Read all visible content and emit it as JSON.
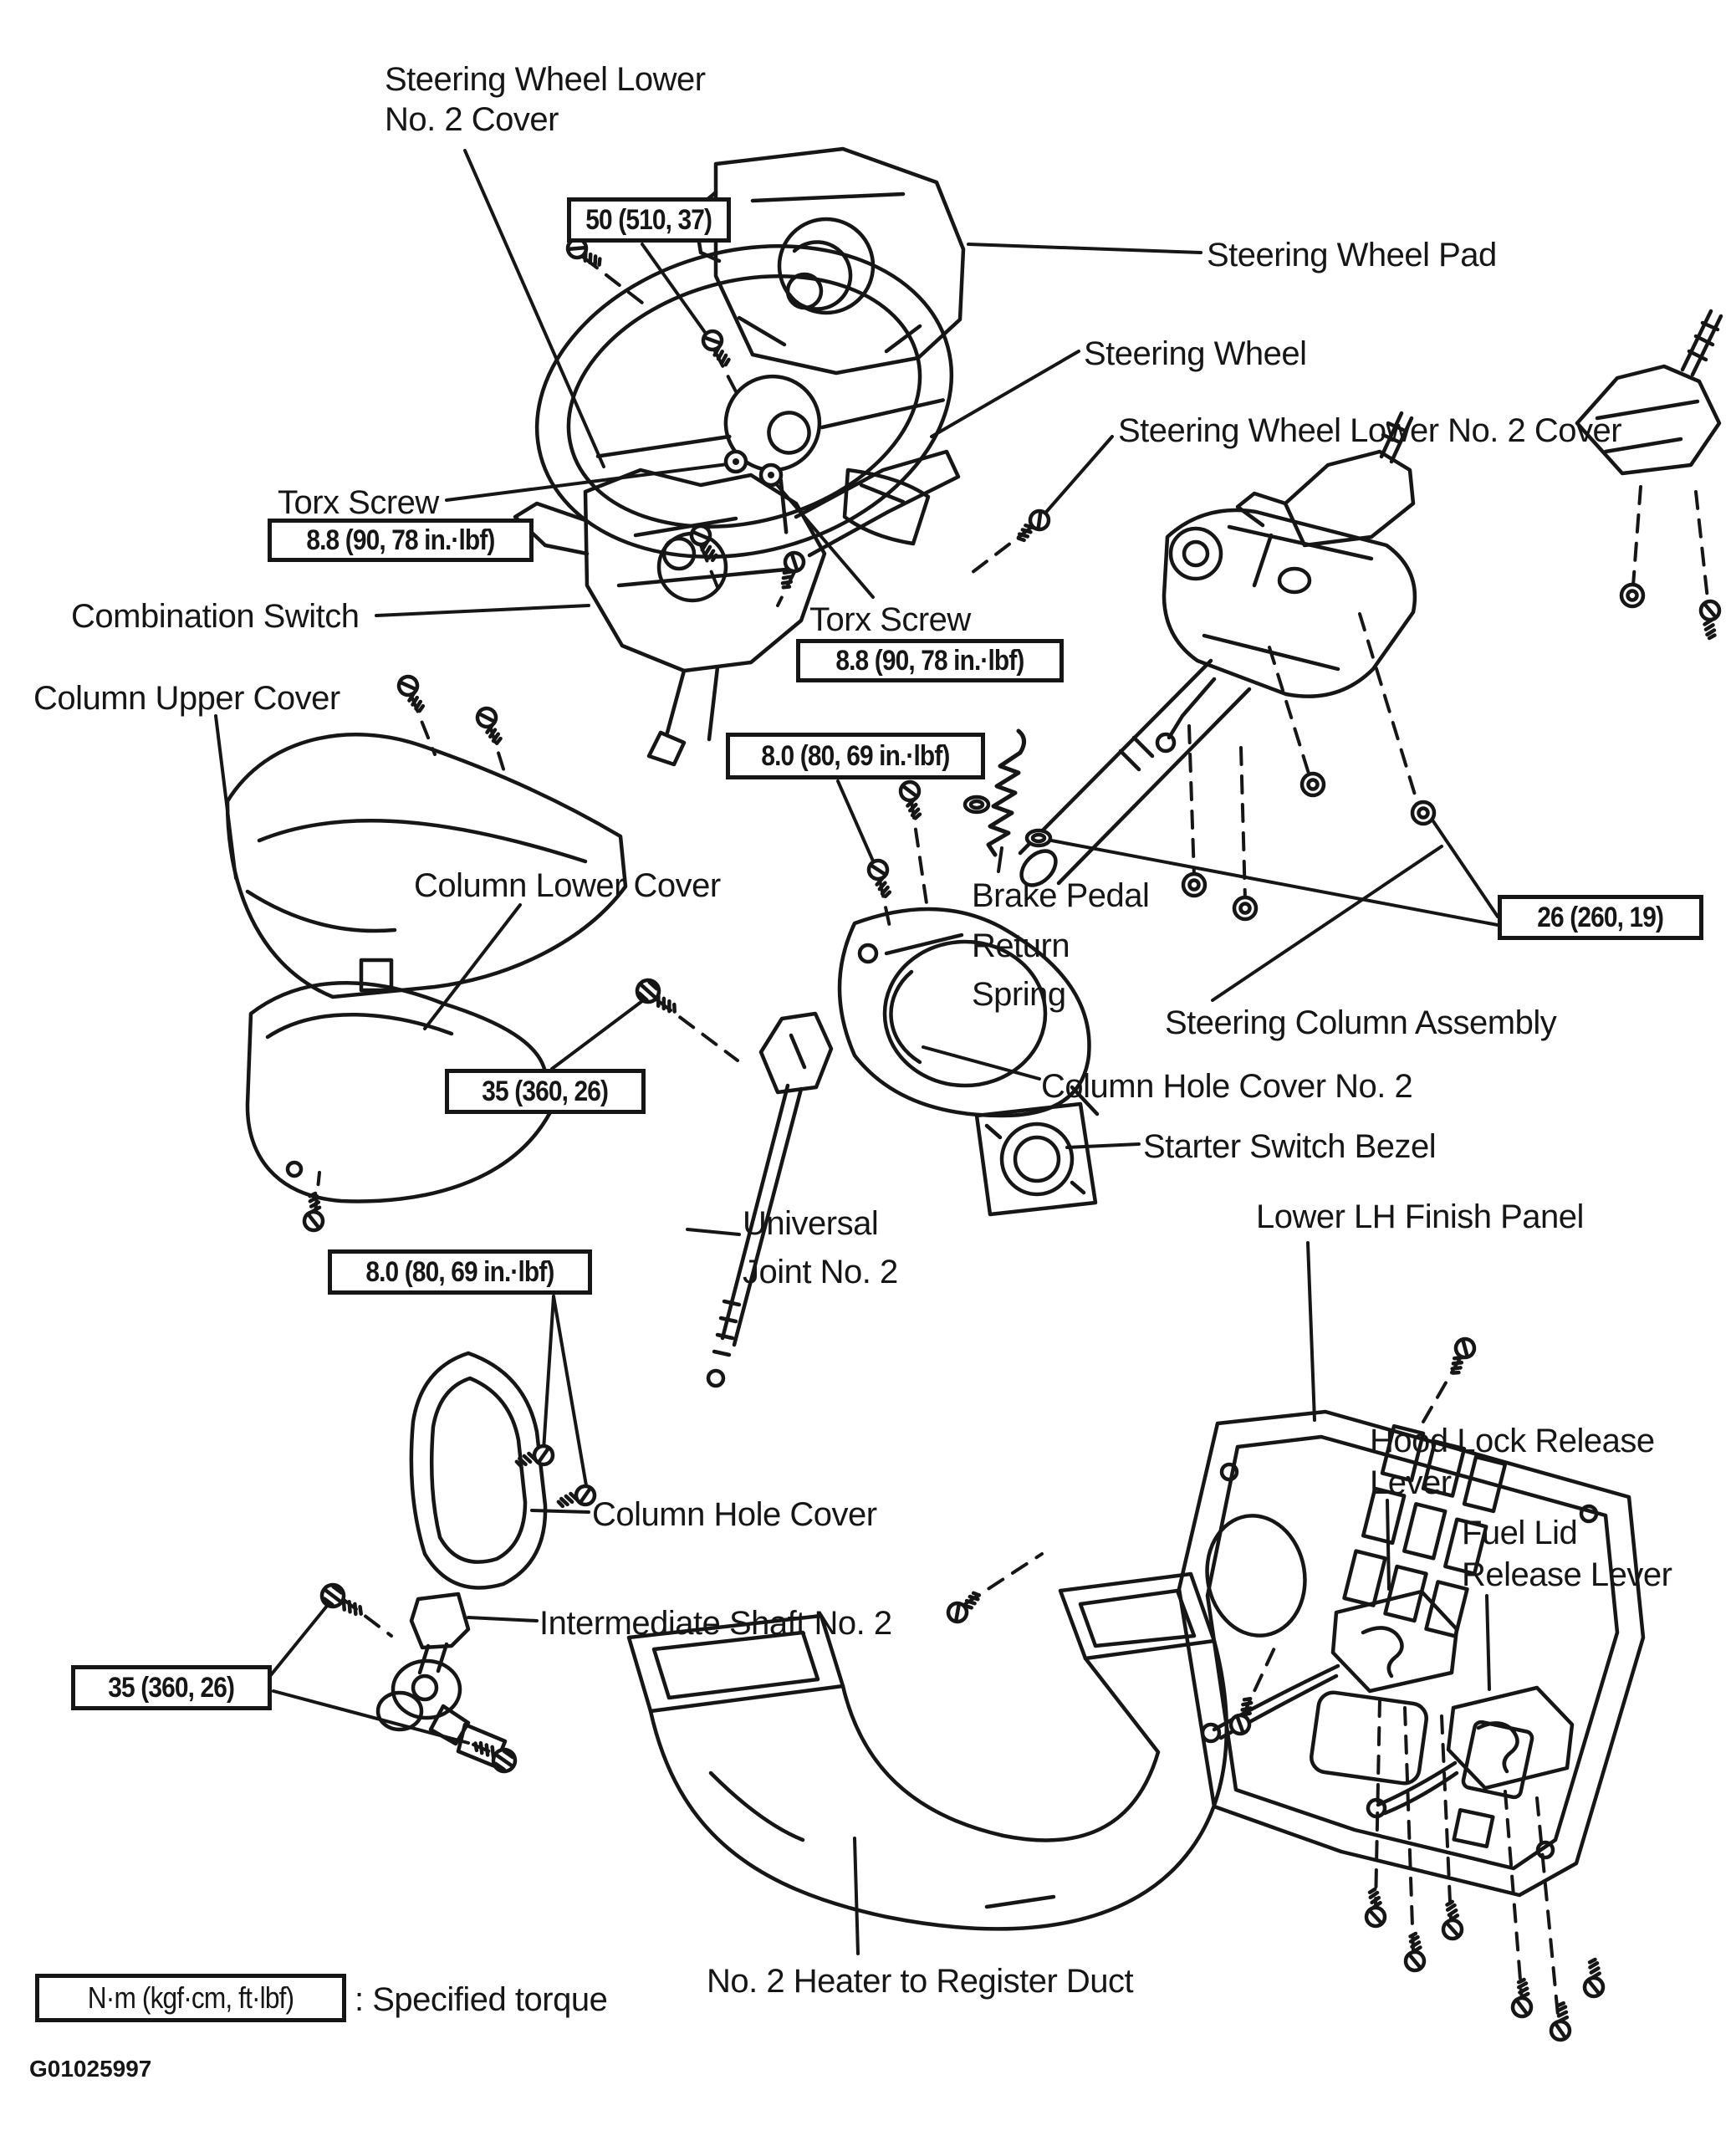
{
  "figure": {
    "id": "G01025997"
  },
  "legend": {
    "torque_box": "N·m (kgf·cm, ft·lbf)",
    "description": ": Specified torque"
  },
  "torque_specs": {
    "pad_bolt": "50 (510, 37)",
    "torx_screw": "8.8 (90, 78 in.·lbf)",
    "cover_screw": "8.0 (80, 69 in.·lbf)",
    "shaft_bolt": "35 (360, 26)",
    "column_nut": "26 (260, 19)"
  },
  "labels": {
    "steering_wheel_lower_no2_cover_top": [
      "Steering Wheel Lower",
      "No. 2 Cover"
    ],
    "steering_wheel_pad": "Steering Wheel Pad",
    "steering_wheel": "Steering Wheel",
    "steering_wheel_lower_no2_cover_right": "Steering Wheel Lower No. 2 Cover",
    "torx_screw_left": "Torx Screw",
    "torx_screw_right": "Torx Screw",
    "combination_switch": "Combination Switch",
    "column_upper_cover": "Column Upper Cover",
    "brake_pedal_return_spring": [
      "Brake Pedal",
      "Return",
      "Spring"
    ],
    "column_lower_cover": "Column Lower Cover",
    "steering_column_assembly": "Steering Column Assembly",
    "column_hole_cover_no2": "Column Hole Cover No. 2",
    "starter_switch_bezel": "Starter Switch Bezel",
    "lower_lh_finish_panel": "Lower LH Finish Panel",
    "universal_joint_no2": [
      "Universal",
      "Joint No. 2"
    ],
    "column_hole_cover": "Column Hole Cover",
    "hood_lock_release_lever": [
      "Hood Lock Release",
      "Lever"
    ],
    "fuel_lid_release_lever": [
      "Fuel Lid",
      "Release Lever"
    ],
    "intermediate_shaft_no2": "Intermediate Shaft No. 2",
    "no2_heater_to_register_duct": "No. 2 Heater to Register Duct"
  }
}
